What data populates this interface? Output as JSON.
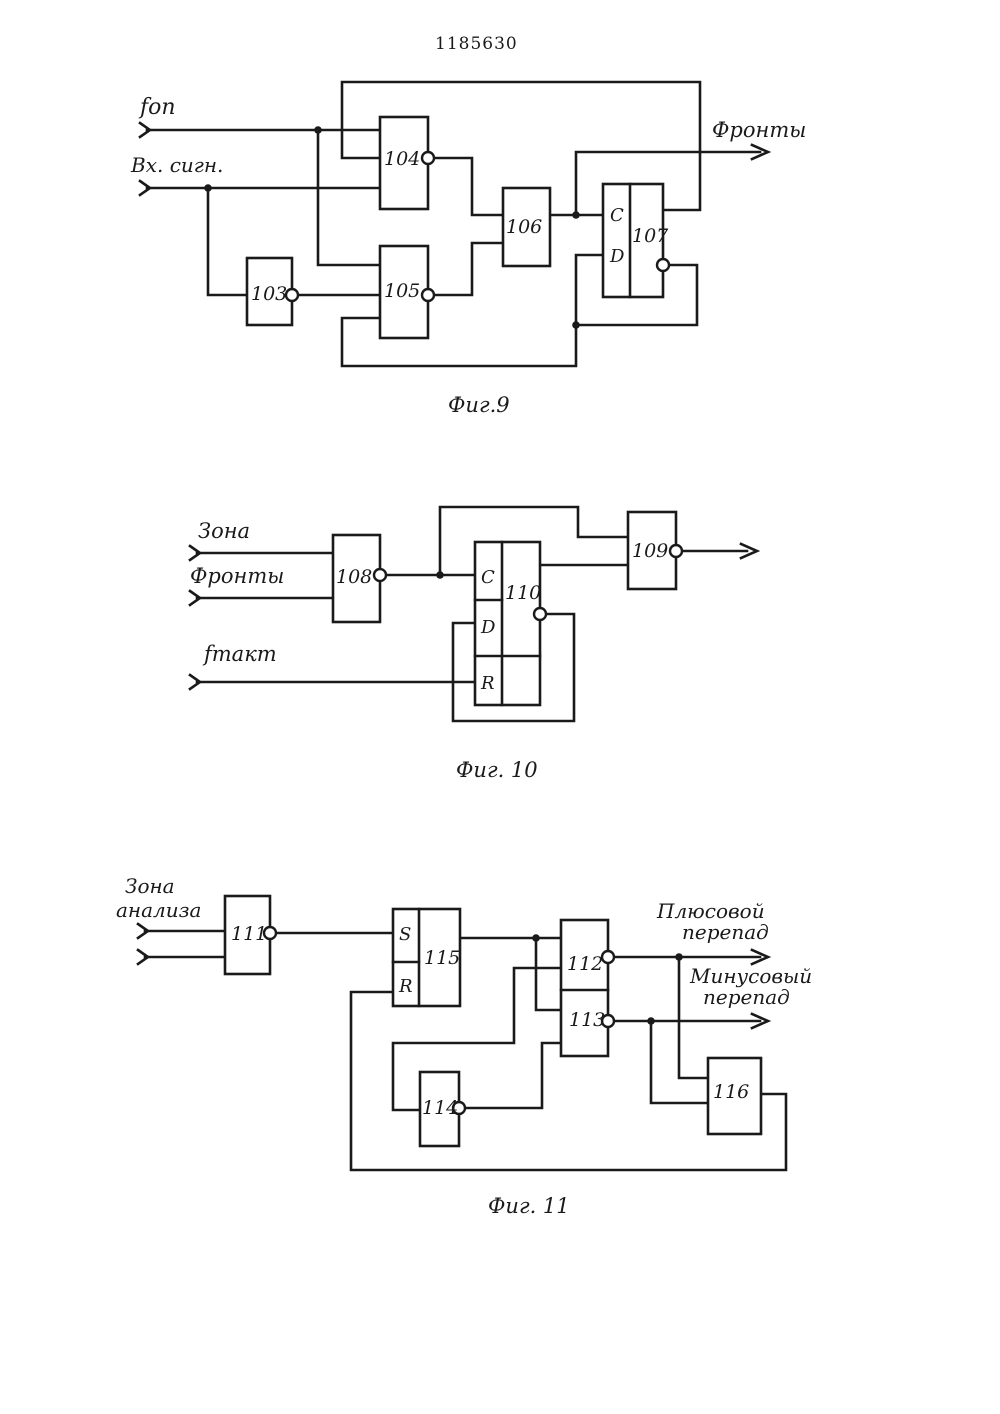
{
  "page_number": "1185630",
  "fig9": {
    "caption": "Фиг.9",
    "inputs": {
      "clock": "fоп",
      "signal": "Вх. сигн."
    },
    "output": "Фронты",
    "blocks": [
      "103",
      "104",
      "105",
      "106",
      "107"
    ],
    "pins": {
      "c": "C",
      "d": "D"
    }
  },
  "fig10": {
    "caption": "Фиг. 10",
    "inputs": {
      "zone": "Зона",
      "fronts": "Фронты",
      "clock": "fтакт"
    },
    "blocks": [
      "108",
      "109",
      "110"
    ],
    "pins": {
      "c": "C",
      "d": "D",
      "r": "R"
    }
  },
  "fig11": {
    "caption": "Фиг. 11",
    "inputs": {
      "zone_line1": "Зона",
      "zone_line2": "анализа"
    },
    "outputs": {
      "plus_line1": "Плюсовой",
      "plus_line2": "перепад",
      "minus_line1": "Минусовый",
      "minus_line2": "перепад"
    },
    "blocks": [
      "111",
      "112",
      "113",
      "114",
      "115",
      "116"
    ],
    "pins": {
      "s": "S",
      "r": "R"
    }
  }
}
